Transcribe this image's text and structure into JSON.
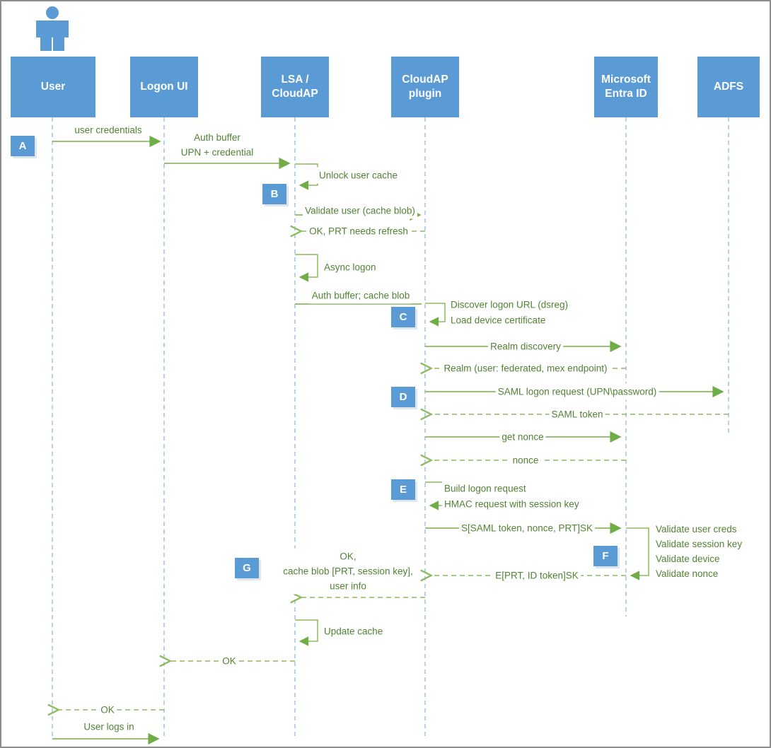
{
  "colors": {
    "actor_fill": "#5B9BD5",
    "line_green": "#8CBA5E",
    "arrow_green": "#70AD47",
    "text_green": "#538135",
    "lifeline_blue": "#A5C6E9"
  },
  "actors": [
    {
      "label": "User"
    },
    {
      "label": "Logon UI"
    },
    {
      "label": "LSA /\nCloudAP"
    },
    {
      "label": "CloudAP\nplugin"
    },
    {
      "label": "Microsoft\nEntra ID"
    },
    {
      "label": "ADFS"
    }
  ],
  "badges": [
    {
      "letter": "A"
    },
    {
      "letter": "B"
    },
    {
      "letter": "C"
    },
    {
      "letter": "D"
    },
    {
      "letter": "E"
    },
    {
      "letter": "F"
    },
    {
      "letter": "G"
    }
  ],
  "messages": [
    {
      "text": "user credentials"
    },
    {
      "text": "Auth buffer\nUPN + credential"
    },
    {
      "text": "Unlock user cache"
    },
    {
      "text": "Validate user (cache blob)"
    },
    {
      "text": "OK, PRT needs refresh"
    },
    {
      "text": "Async logon"
    },
    {
      "text": "Auth buffer; cache blob"
    },
    {
      "text": "Discover logon URL (dsreg)"
    },
    {
      "text": "Load device certificate"
    },
    {
      "text": "Realm discovery"
    },
    {
      "text": "Realm (user: federated, mex endpoint)"
    },
    {
      "text": "SAML logon request (UPN\\password)"
    },
    {
      "text": "SAML token"
    },
    {
      "text": "get nonce"
    },
    {
      "text": "nonce"
    },
    {
      "text": "Build logon request"
    },
    {
      "text": "HMAC request with session key"
    },
    {
      "text": "S[SAML token, nonce, PRT]SK"
    },
    {
      "text": "Validate user creds\nValidate session key\nValidate device\nValidate nonce"
    },
    {
      "text": "E[PRT, ID token]SK"
    },
    {
      "text": "OK,\ncache blob [PRT, session key],\nuser info"
    },
    {
      "text": "Update cache"
    },
    {
      "text": "OK"
    },
    {
      "text": "OK"
    },
    {
      "text": "User logs in"
    }
  ]
}
